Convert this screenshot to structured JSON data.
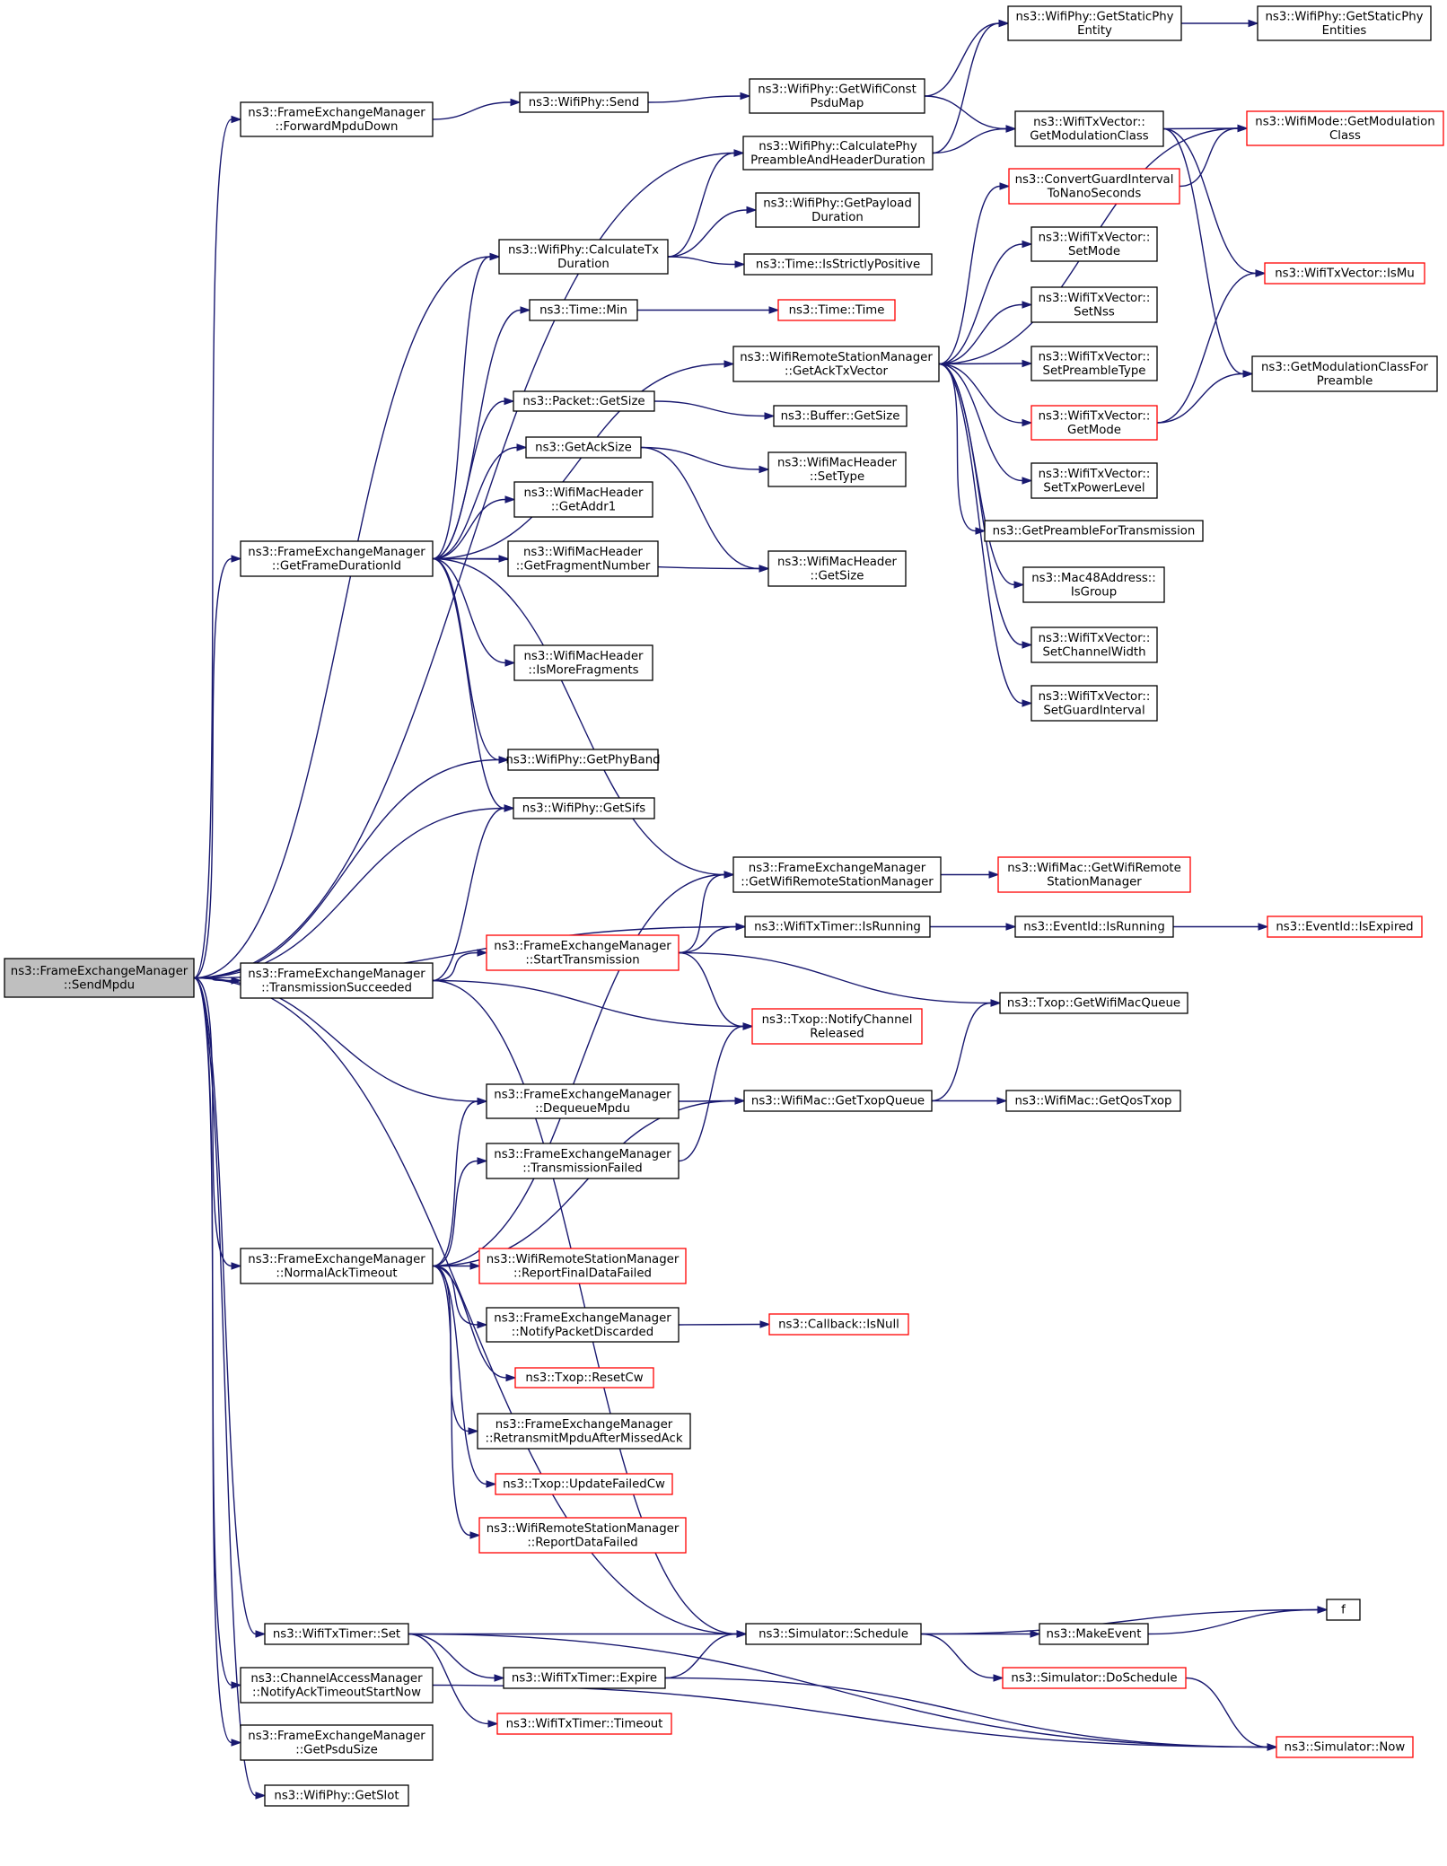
{
  "nodes": [
    {
      "id": "root",
      "lines": [
        "ns3::FrameExchangeManager",
        "::SendMpdu"
      ],
      "red": false
    },
    {
      "id": "fwdMpduDown",
      "lines": [
        "ns3::FrameExchangeManager",
        "::ForwardMpduDown"
      ],
      "red": false
    },
    {
      "id": "phySend",
      "lines": [
        "ns3::WifiPhy::Send"
      ],
      "red": false
    },
    {
      "id": "getWifiConstPsduMap",
      "lines": [
        "ns3::WifiPhy::GetWifiConst",
        "PsduMap"
      ],
      "red": false
    },
    {
      "id": "getStaticPhyEntity",
      "lines": [
        "ns3::WifiPhy::GetStaticPhy",
        "Entity"
      ],
      "red": false
    },
    {
      "id": "getStaticPhyEntities",
      "lines": [
        "ns3::WifiPhy::GetStaticPhy",
        "Entities"
      ],
      "red": false
    },
    {
      "id": "calcPreamble",
      "lines": [
        "ns3::WifiPhy::CalculatePhy",
        "PreambleAndHeaderDuration"
      ],
      "red": false
    },
    {
      "id": "getModClassTx",
      "lines": [
        "ns3::WifiTxVector::",
        "GetModulationClass"
      ],
      "red": false
    },
    {
      "id": "getModClassMode",
      "lines": [
        "ns3::WifiMode::GetModulation",
        "Class"
      ],
      "red": true
    },
    {
      "id": "convertGI",
      "lines": [
        "ns3::ConvertGuardInterval",
        "ToNanoSeconds"
      ],
      "red": true
    },
    {
      "id": "calcTxDuration",
      "lines": [
        "ns3::WifiPhy::CalculateTx",
        "Duration"
      ],
      "red": false
    },
    {
      "id": "getPayloadDuration",
      "lines": [
        "ns3::WifiPhy::GetPayload",
        "Duration"
      ],
      "red": false
    },
    {
      "id": "isStrictlyPositive",
      "lines": [
        "ns3::Time::IsStrictlyPositive"
      ],
      "red": false
    },
    {
      "id": "setMode",
      "lines": [
        "ns3::WifiTxVector::",
        "SetMode"
      ],
      "red": false
    },
    {
      "id": "isMu",
      "lines": [
        "ns3::WifiTxVector::IsMu"
      ],
      "red": true
    },
    {
      "id": "timeMin",
      "lines": [
        "ns3::Time::Min"
      ],
      "red": false
    },
    {
      "id": "timeTime",
      "lines": [
        "ns3::Time::Time"
      ],
      "red": true
    },
    {
      "id": "setNss",
      "lines": [
        "ns3::WifiTxVector::",
        "SetNss"
      ],
      "red": false
    },
    {
      "id": "getAckTxVector",
      "lines": [
        "ns3::WifiRemoteStationManager",
        "::GetAckTxVector"
      ],
      "red": false
    },
    {
      "id": "setPreambleType",
      "lines": [
        "ns3::WifiTxVector::",
        "SetPreambleType"
      ],
      "red": false
    },
    {
      "id": "getModClassForPreamble",
      "lines": [
        "ns3::GetModulationClassFor",
        "Preamble"
      ],
      "red": false
    },
    {
      "id": "packetGetSize",
      "lines": [
        "ns3::Packet::GetSize"
      ],
      "red": false
    },
    {
      "id": "bufferGetSize",
      "lines": [
        "ns3::Buffer::GetSize"
      ],
      "red": false
    },
    {
      "id": "txVecGetMode",
      "lines": [
        "ns3::WifiTxVector::",
        "GetMode"
      ],
      "red": true
    },
    {
      "id": "getAckSize",
      "lines": [
        "ns3::GetAckSize"
      ],
      "red": false
    },
    {
      "id": "macHdrSetType",
      "lines": [
        "ns3::WifiMacHeader",
        "::SetType"
      ],
      "red": false
    },
    {
      "id": "setTxPowerLevel",
      "lines": [
        "ns3::WifiTxVector::",
        "SetTxPowerLevel"
      ],
      "red": false
    },
    {
      "id": "getAddr1",
      "lines": [
        "ns3::WifiMacHeader",
        "::GetAddr1"
      ],
      "red": false
    },
    {
      "id": "getPreambleForTx",
      "lines": [
        "ns3::GetPreambleForTransmission"
      ],
      "red": false
    },
    {
      "id": "getFrameDurationId",
      "lines": [
        "ns3::FrameExchangeManager",
        "::GetFrameDurationId"
      ],
      "red": false
    },
    {
      "id": "getFragmentNumber",
      "lines": [
        "ns3::WifiMacHeader",
        "::GetFragmentNumber"
      ],
      "red": false
    },
    {
      "id": "macHdrGetSize",
      "lines": [
        "ns3::WifiMacHeader",
        "::GetSize"
      ],
      "red": false
    },
    {
      "id": "isGroup",
      "lines": [
        "ns3::Mac48Address::",
        "IsGroup"
      ],
      "red": false
    },
    {
      "id": "setChannelWidth",
      "lines": [
        "ns3::WifiTxVector::",
        "SetChannelWidth"
      ],
      "red": false
    },
    {
      "id": "isMoreFragments",
      "lines": [
        "ns3::WifiMacHeader",
        "::IsMoreFragments"
      ],
      "red": false
    },
    {
      "id": "setGuardInterval",
      "lines": [
        "ns3::WifiTxVector::",
        "SetGuardInterval"
      ],
      "red": false
    },
    {
      "id": "getPhyBand",
      "lines": [
        "ns3::WifiPhy::GetPhyBand"
      ],
      "red": false
    },
    {
      "id": "getSifs",
      "lines": [
        "ns3::WifiPhy::GetSifs"
      ],
      "red": false
    },
    {
      "id": "getWifiRSM",
      "lines": [
        "ns3::FrameExchangeManager",
        "::GetWifiRemoteStationManager"
      ],
      "red": false
    },
    {
      "id": "macGetWifiRSM",
      "lines": [
        "ns3::WifiMac::GetWifiRemote",
        "StationManager"
      ],
      "red": true
    },
    {
      "id": "txTimerIsRunning",
      "lines": [
        "ns3::WifiTxTimer::IsRunning"
      ],
      "red": false
    },
    {
      "id": "eventIsRunning",
      "lines": [
        "ns3::EventId::IsRunning"
      ],
      "red": false
    },
    {
      "id": "eventIsExpired",
      "lines": [
        "ns3::EventId::IsExpired"
      ],
      "red": true
    },
    {
      "id": "txSucceeded",
      "lines": [
        "ns3::FrameExchangeManager",
        "::TransmissionSucceeded"
      ],
      "red": false
    },
    {
      "id": "startTx",
      "lines": [
        "ns3::FrameExchangeManager",
        "::StartTransmission"
      ],
      "red": true
    },
    {
      "id": "getWifiMacQueue",
      "lines": [
        "ns3::Txop::GetWifiMacQueue"
      ],
      "red": false
    },
    {
      "id": "notifyChannelReleased",
      "lines": [
        "ns3::Txop::NotifyChannel",
        "Released"
      ],
      "red": true
    },
    {
      "id": "dequeueMpdu",
      "lines": [
        "ns3::FrameExchangeManager",
        "::DequeueMpdu"
      ],
      "red": false
    },
    {
      "id": "getTxopQueue",
      "lines": [
        "ns3::WifiMac::GetTxopQueue"
      ],
      "red": false
    },
    {
      "id": "getQosTxop",
      "lines": [
        "ns3::WifiMac::GetQosTxop"
      ],
      "red": false
    },
    {
      "id": "txFailed",
      "lines": [
        "ns3::FrameExchangeManager",
        "::TransmissionFailed"
      ],
      "red": false
    },
    {
      "id": "normalAckTimeout",
      "lines": [
        "ns3::FrameExchangeManager",
        "::NormalAckTimeout"
      ],
      "red": false
    },
    {
      "id": "reportFinalDataFailed",
      "lines": [
        "ns3::WifiRemoteStationManager",
        "::ReportFinalDataFailed"
      ],
      "red": true
    },
    {
      "id": "notifyPacketDiscarded",
      "lines": [
        "ns3::FrameExchangeManager",
        "::NotifyPacketDiscarded"
      ],
      "red": false
    },
    {
      "id": "callbackIsNull",
      "lines": [
        "ns3::Callback::IsNull"
      ],
      "red": true
    },
    {
      "id": "resetCw",
      "lines": [
        "ns3::Txop::ResetCw"
      ],
      "red": true
    },
    {
      "id": "retransmitMpdu",
      "lines": [
        "ns3::FrameExchangeManager",
        "::RetransmitMpduAfterMissedAck"
      ],
      "red": false
    },
    {
      "id": "updateFailedCw",
      "lines": [
        "ns3::Txop::UpdateFailedCw"
      ],
      "red": true
    },
    {
      "id": "reportDataFailed",
      "lines": [
        "ns3::WifiRemoteStationManager",
        "::ReportDataFailed"
      ],
      "red": true
    },
    {
      "id": "f",
      "lines": [
        "f"
      ],
      "red": false
    },
    {
      "id": "txTimerSet",
      "lines": [
        "ns3::WifiTxTimer::Set"
      ],
      "red": false
    },
    {
      "id": "simSchedule",
      "lines": [
        "ns3::Simulator::Schedule"
      ],
      "red": false
    },
    {
      "id": "makeEvent",
      "lines": [
        "ns3::MakeEvent"
      ],
      "red": false
    },
    {
      "id": "notifyAckTimeoutStartNow",
      "lines": [
        "ns3::ChannelAccessManager",
        "::NotifyAckTimeoutStartNow"
      ],
      "red": false
    },
    {
      "id": "txTimerExpire",
      "lines": [
        "ns3::WifiTxTimer::Expire"
      ],
      "red": false
    },
    {
      "id": "simDoSchedule",
      "lines": [
        "ns3::Simulator::DoSchedule"
      ],
      "red": true
    },
    {
      "id": "txTimerTimeout",
      "lines": [
        "ns3::WifiTxTimer::Timeout"
      ],
      "red": true
    },
    {
      "id": "simNow",
      "lines": [
        "ns3::Simulator::Now"
      ],
      "red": true
    },
    {
      "id": "getPsduSize",
      "lines": [
        "ns3::FrameExchangeManager",
        "::GetPsduSize"
      ],
      "red": false
    },
    {
      "id": "getSlot",
      "lines": [
        "ns3::WifiPhy::GetSlot"
      ],
      "red": false
    }
  ],
  "edges": [
    [
      "root",
      "fwdMpduDown"
    ],
    [
      "root",
      "calcPreamble"
    ],
    [
      "root",
      "calcTxDuration"
    ],
    [
      "root",
      "getFrameDurationId"
    ],
    [
      "root",
      "getPhyBand"
    ],
    [
      "root",
      "getSifs"
    ],
    [
      "root",
      "txTimerIsRunning"
    ],
    [
      "root",
      "txSucceeded"
    ],
    [
      "root",
      "dequeueMpdu"
    ],
    [
      "root",
      "normalAckTimeout"
    ],
    [
      "root",
      "simSchedule"
    ],
    [
      "root",
      "txTimerSet"
    ],
    [
      "root",
      "notifyAckTimeoutStartNow"
    ],
    [
      "root",
      "getPsduSize"
    ],
    [
      "root",
      "getSlot"
    ],
    [
      "fwdMpduDown",
      "phySend"
    ],
    [
      "phySend",
      "getWifiConstPsduMap"
    ],
    [
      "getWifiConstPsduMap",
      "getStaticPhyEntity"
    ],
    [
      "getWifiConstPsduMap",
      "getModClassTx"
    ],
    [
      "getStaticPhyEntity",
      "getStaticPhyEntities"
    ],
    [
      "calcPreamble",
      "getStaticPhyEntity"
    ],
    [
      "calcPreamble",
      "getModClassTx"
    ],
    [
      "getModClassTx",
      "getModClassMode"
    ],
    [
      "getModClassTx",
      "isMu"
    ],
    [
      "getModClassTx",
      "getModClassForPreamble"
    ],
    [
      "convertGI",
      "getModClassMode"
    ],
    [
      "calcTxDuration",
      "calcPreamble"
    ],
    [
      "calcTxDuration",
      "getPayloadDuration"
    ],
    [
      "calcTxDuration",
      "isStrictlyPositive"
    ],
    [
      "timeMin",
      "timeTime"
    ],
    [
      "getAckTxVector",
      "getModClassMode"
    ],
    [
      "getAckTxVector",
      "convertGI"
    ],
    [
      "getAckTxVector",
      "setMode"
    ],
    [
      "getAckTxVector",
      "setNss"
    ],
    [
      "getAckTxVector",
      "setPreambleType"
    ],
    [
      "getAckTxVector",
      "txVecGetMode"
    ],
    [
      "getAckTxVector",
      "setTxPowerLevel"
    ],
    [
      "getAckTxVector",
      "getPreambleForTx"
    ],
    [
      "getAckTxVector",
      "isGroup"
    ],
    [
      "getAckTxVector",
      "setChannelWidth"
    ],
    [
      "getAckTxVector",
      "setGuardInterval"
    ],
    [
      "txVecGetMode",
      "isMu"
    ],
    [
      "txVecGetMode",
      "getModClassForPreamble"
    ],
    [
      "packetGetSize",
      "bufferGetSize"
    ],
    [
      "getAckSize",
      "macHdrSetType"
    ],
    [
      "getAckSize",
      "macHdrGetSize"
    ],
    [
      "getFrameDurationId",
      "calcTxDuration"
    ],
    [
      "getFrameDurationId",
      "timeMin"
    ],
    [
      "getFrameDurationId",
      "getAckTxVector"
    ],
    [
      "getFrameDurationId",
      "packetGetSize"
    ],
    [
      "getFrameDurationId",
      "getAckSize"
    ],
    [
      "getFrameDurationId",
      "getAddr1"
    ],
    [
      "getFrameDurationId",
      "getFragmentNumber"
    ],
    [
      "getFrameDurationId",
      "macHdrGetSize"
    ],
    [
      "getFrameDurationId",
      "isMoreFragments"
    ],
    [
      "getFrameDurationId",
      "getPhyBand"
    ],
    [
      "getFrameDurationId",
      "getSifs"
    ],
    [
      "getFrameDurationId",
      "getWifiRSM"
    ],
    [
      "getWifiRSM",
      "macGetWifiRSM"
    ],
    [
      "txTimerIsRunning",
      "eventIsRunning"
    ],
    [
      "eventIsRunning",
      "eventIsExpired"
    ],
    [
      "txSucceeded",
      "getSifs"
    ],
    [
      "txSucceeded",
      "startTx"
    ],
    [
      "txSucceeded",
      "notifyChannelReleased"
    ],
    [
      "txSucceeded",
      "simSchedule"
    ],
    [
      "startTx",
      "getWifiRSM"
    ],
    [
      "startTx",
      "txTimerIsRunning"
    ],
    [
      "startTx",
      "getWifiMacQueue"
    ],
    [
      "startTx",
      "notifyChannelReleased"
    ],
    [
      "dequeueMpdu",
      "getTxopQueue"
    ],
    [
      "getTxopQueue",
      "getWifiMacQueue"
    ],
    [
      "getTxopQueue",
      "getQosTxop"
    ],
    [
      "txFailed",
      "notifyChannelReleased"
    ],
    [
      "normalAckTimeout",
      "getWifiRSM"
    ],
    [
      "normalAckTimeout",
      "dequeueMpdu"
    ],
    [
      "normalAckTimeout",
      "txFailed"
    ],
    [
      "normalAckTimeout",
      "getTxopQueue"
    ],
    [
      "normalAckTimeout",
      "reportFinalDataFailed"
    ],
    [
      "normalAckTimeout",
      "notifyPacketDiscarded"
    ],
    [
      "normalAckTimeout",
      "resetCw"
    ],
    [
      "normalAckTimeout",
      "retransmitMpdu"
    ],
    [
      "normalAckTimeout",
      "updateFailedCw"
    ],
    [
      "normalAckTimeout",
      "reportDataFailed"
    ],
    [
      "notifyPacketDiscarded",
      "callbackIsNull"
    ],
    [
      "simSchedule",
      "f"
    ],
    [
      "simSchedule",
      "makeEvent"
    ],
    [
      "simSchedule",
      "simDoSchedule"
    ],
    [
      "makeEvent",
      "f"
    ],
    [
      "simDoSchedule",
      "simNow"
    ],
    [
      "txTimerSet",
      "simSchedule"
    ],
    [
      "txTimerSet",
      "txTimerExpire"
    ],
    [
      "txTimerSet",
      "txTimerTimeout"
    ],
    [
      "txTimerSet",
      "simNow"
    ],
    [
      "txTimerExpire",
      "simSchedule"
    ],
    [
      "txTimerExpire",
      "simNow"
    ],
    [
      "notifyAckTimeoutStartNow",
      "simNow"
    ]
  ]
}
